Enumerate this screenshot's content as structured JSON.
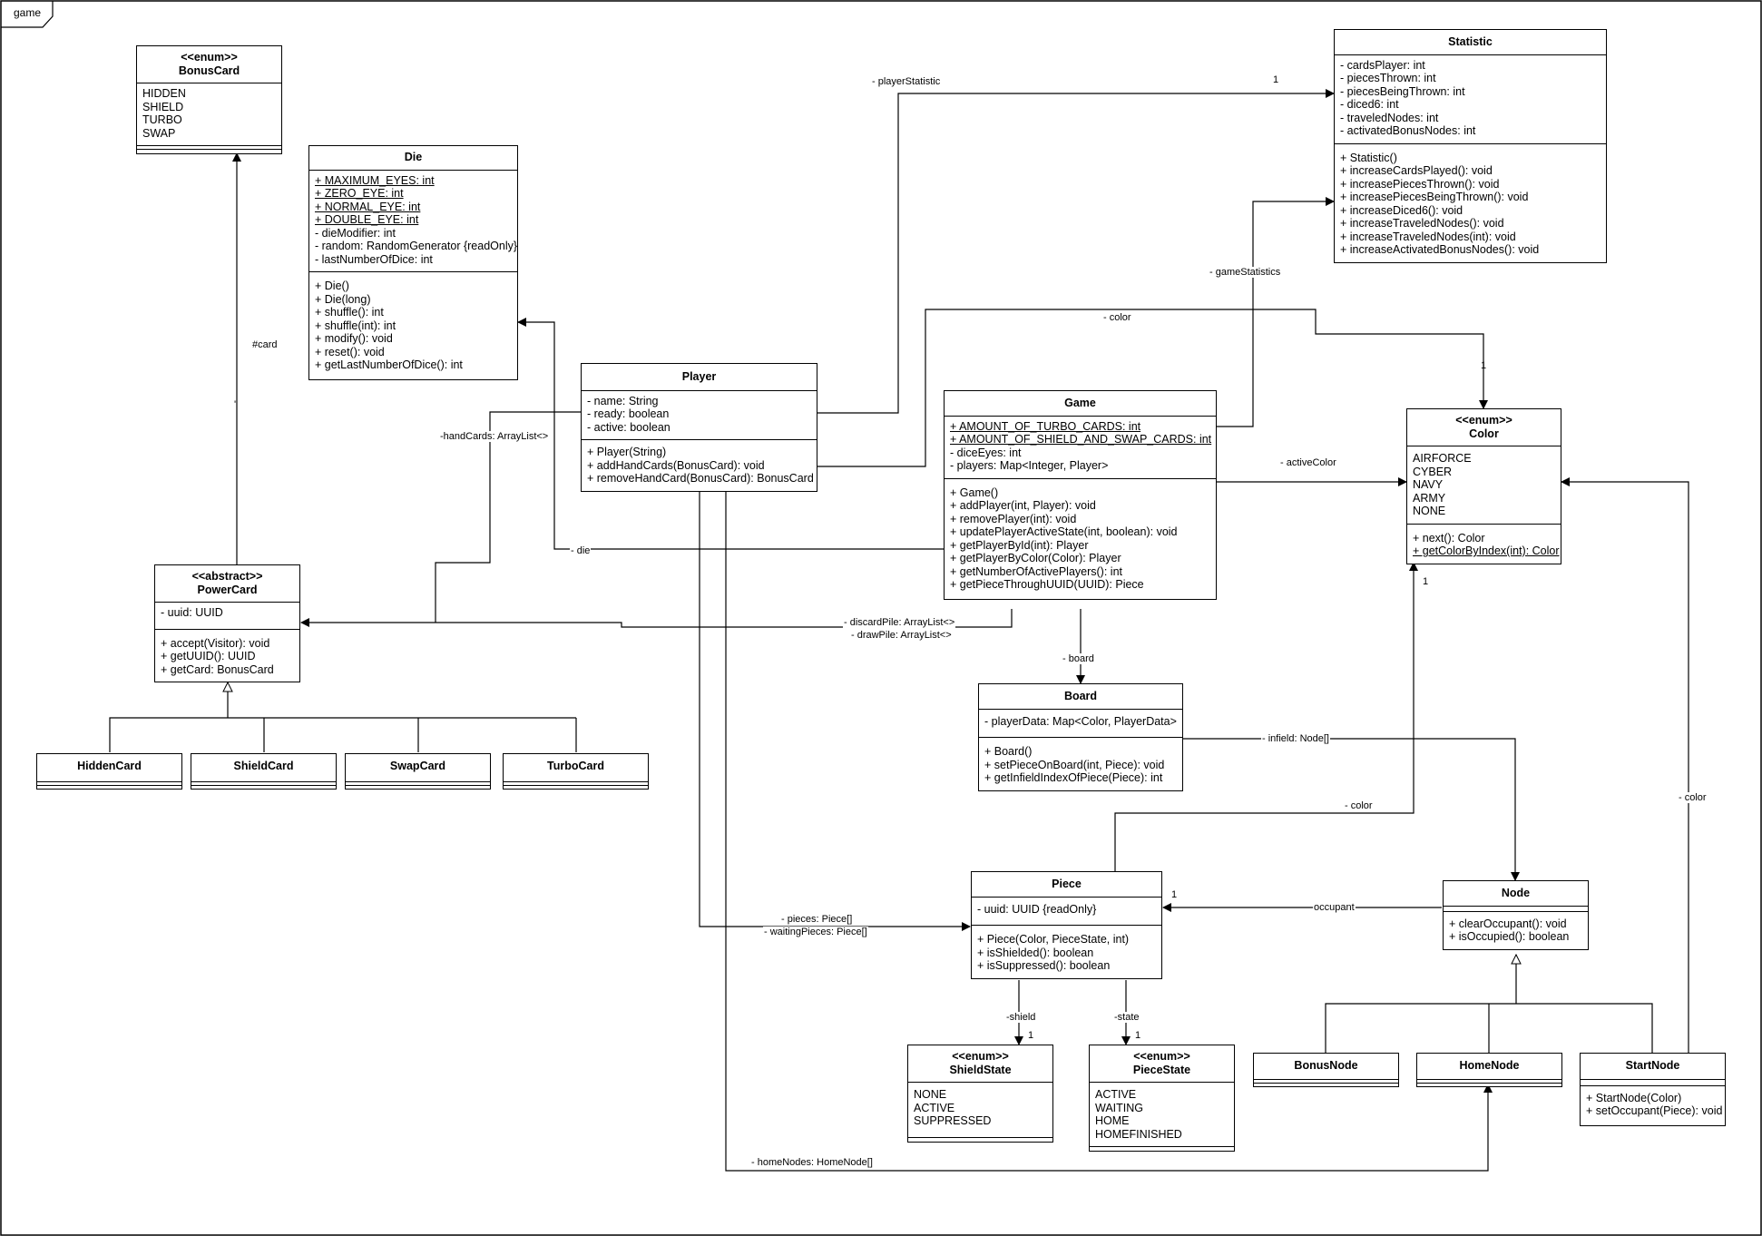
{
  "frame": {
    "title": "game"
  },
  "classes": {
    "bonuscard": {
      "stereo": "<<enum>>",
      "name": "BonusCard",
      "attrs": [
        "HIDDEN",
        "SHIELD",
        "TURBO",
        "SWAP"
      ]
    },
    "die": {
      "name": "Die",
      "attrs": [
        "+ MAXIMUM_EYES: int",
        "+ ZERO_EYE: int",
        "+ NORMAL_EYE: int",
        "+ DOUBLE_EYE: int",
        "- dieModifier: int",
        "- random: RandomGenerator {readOnly}",
        "- lastNumberOfDice: int"
      ],
      "methods": [
        "+ Die()",
        "+ Die(long)",
        "+ shuffle(): int",
        "+ shuffle(int): int",
        "+ modify(): void",
        "+ reset(): void",
        "+ getLastNumberOfDice(): int"
      ]
    },
    "player": {
      "name": "Player",
      "attrs": [
        "- name: String",
        "- ready: boolean",
        "- active: boolean"
      ],
      "methods": [
        "+ Player(String)",
        "+ addHandCards(BonusCard): void",
        "+ removeHandCard(BonusCard): BonusCard"
      ]
    },
    "statistic": {
      "name": "Statistic",
      "attrs": [
        "- cardsPlayer: int",
        "- piecesThrown: int",
        "- piecesBeingThrown: int",
        "- diced6: int",
        "- traveledNodes: int",
        "- activatedBonusNodes: int"
      ],
      "methods": [
        "+ Statistic()",
        "+ increaseCardsPlayed(): void",
        "+ increasePiecesThrown(): void",
        "+ increasePiecesBeingThrown(): void",
        "+ increaseDiced6(): void",
        "+ increaseTraveledNodes(): void",
        "+ increaseTraveledNodes(int): void",
        "+ increaseActivatedBonusNodes(): void"
      ]
    },
    "game": {
      "name": "Game",
      "attrs": [
        "+ AMOUNT_OF_TURBO_CARDS: int",
        "+ AMOUNT_OF_SHIELD_AND_SWAP_CARDS: int",
        "- diceEyes: int",
        "- players: Map<Integer, Player>"
      ],
      "methods": [
        "+ Game()",
        "+ addPlayer(int, Player): void",
        "+ removePlayer(int): void",
        "+ updatePlayerActiveState(int, boolean): void",
        "+ getPlayerById(int): Player",
        "+ getPlayerByColor(Color): Player",
        "+ getNumberOfActivePlayers(): int",
        "+ getPieceThroughUUID(UUID): Piece"
      ]
    },
    "color": {
      "stereo": "<<enum>>",
      "name": "Color",
      "attrs": [
        "AIRFORCE",
        "CYBER",
        "NAVY",
        "ARMY",
        "NONE"
      ],
      "methods": [
        "+ next(): Color",
        "+ getColorByIndex(int): Color"
      ]
    },
    "powercard": {
      "stereo": "<<abstract>>",
      "name": "PowerCard",
      "attrs": [
        "- uuid: UUID"
      ],
      "methods": [
        "+ accept(Visitor): void",
        "+ getUUID(): UUID",
        "+ getCard: BonusCard"
      ]
    },
    "hiddencard": {
      "name": "HiddenCard"
    },
    "shieldcard": {
      "name": "ShieldCard"
    },
    "swapcard": {
      "name": "SwapCard"
    },
    "turbocard": {
      "name": "TurboCard"
    },
    "board": {
      "name": "Board",
      "attrs": [
        "- playerData: Map<Color, PlayerData>"
      ],
      "methods": [
        "+ Board()",
        "+ setPieceOnBoard(int, Piece): void",
        "+ getInfieldIndexOfPiece(Piece): int"
      ]
    },
    "piece": {
      "name": "Piece",
      "attrs": [
        "- uuid: UUID {readOnly}"
      ],
      "methods": [
        "+ Piece(Color, PieceState, int)",
        "+ isShielded(): boolean",
        "+ isSuppressed(): boolean"
      ]
    },
    "node": {
      "name": "Node",
      "methods": [
        "+ clearOccupant(): void",
        "+ isOccupied(): boolean"
      ]
    },
    "shieldstate": {
      "stereo": "<<enum>>",
      "name": "ShieldState",
      "attrs": [
        "NONE",
        "ACTIVE",
        "SUPPRESSED"
      ]
    },
    "piecestate": {
      "stereo": "<<enum>>",
      "name": "PieceState",
      "attrs": [
        "ACTIVE",
        "WAITING",
        "HOME",
        "HOMEFINISHED"
      ]
    },
    "bonusnode": {
      "name": "BonusNode"
    },
    "homenode": {
      "name": "HomeNode"
    },
    "startnode": {
      "name": "StartNode",
      "methods": [
        "+ StartNode(Color)",
        "+ setOccupant(Piece): void"
      ]
    }
  },
  "labels": {
    "card": "#card",
    "player_statistic": "- playerStatistic",
    "player_statistic_mult": "1",
    "game_statistics": "- gameStatistics",
    "color_top": "- color",
    "color_top_mult": "1",
    "hand_cards": "-handCards: ArrayList<>",
    "active_color": "- activeColor",
    "die_assoc": "- die",
    "discard_pile": "- discardPile: ArrayList<>",
    "draw_pile": "- drawPile: ArrayList<>",
    "color_mult_1": "1",
    "board_assoc": "- board",
    "infield": "- infield: Node[]",
    "piece_color": "- color",
    "start_color": "- color",
    "occupant": "occupant",
    "occupant_mult": "1",
    "pieces": "- pieces: Piece[]",
    "waiting_pieces": "- waitingPieces: Piece[]",
    "shield": "-shield",
    "shield_mult": "1",
    "state": "-state",
    "state_mult": "1",
    "home_nodes": "- homeNodes: HomeNode[]",
    "tiny_mark": "'"
  }
}
